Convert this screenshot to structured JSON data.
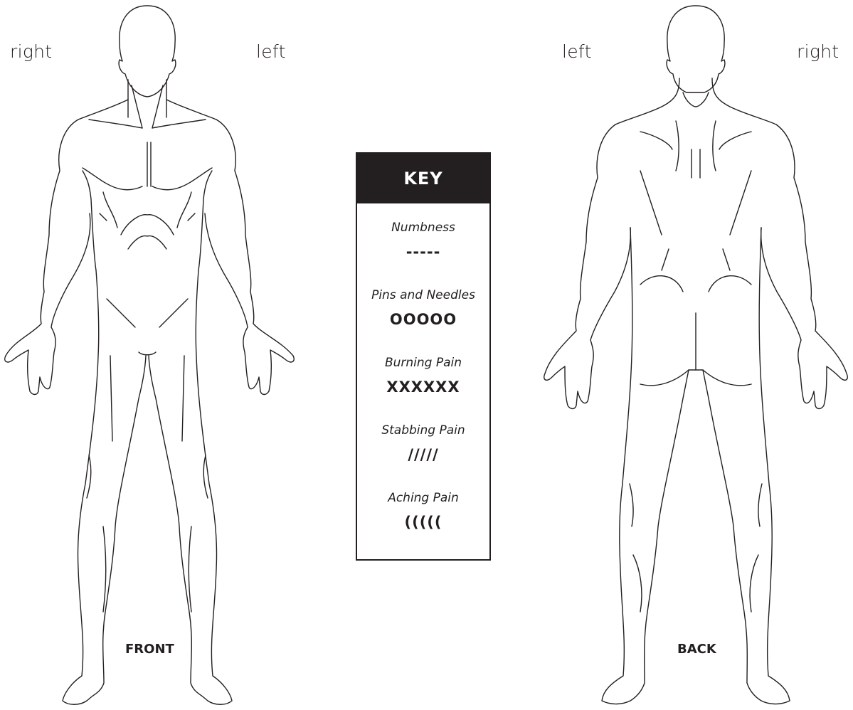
{
  "labels": {
    "front_right": "right",
    "front_left": "left",
    "back_left": "left",
    "back_right": "right"
  },
  "views": {
    "front": "FRONT",
    "back": "BACK"
  },
  "key": {
    "title": "KEY",
    "items": [
      {
        "label": "Numbness",
        "symbol": "-----"
      },
      {
        "label": "Pins and Needles",
        "symbol": "OOOOO"
      },
      {
        "label": "Burning Pain",
        "symbol": "XXXXXX"
      },
      {
        "label": "Stabbing Pain",
        "symbol": "/////"
      },
      {
        "label": "Aching Pain",
        "symbol": "((((("
      }
    ]
  },
  "colors": {
    "ink": "#231f20",
    "background": "#ffffff"
  }
}
